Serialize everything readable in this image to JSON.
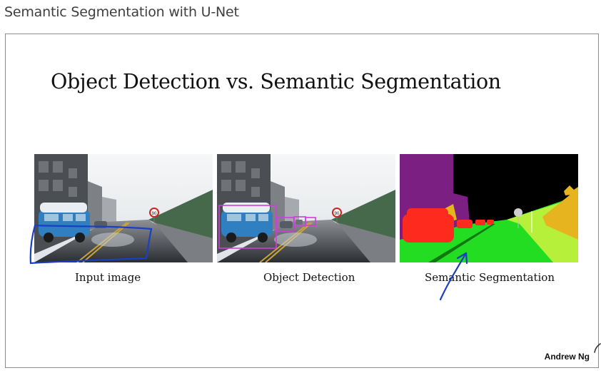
{
  "window": {
    "title": "Semantic Segmentation with U-Net"
  },
  "slide": {
    "heading": "Object Detection vs. Semantic Segmentation",
    "captions": {
      "input": "Input image",
      "detection": "Object Detection",
      "segmentation": "Semantic Segmentation"
    },
    "credit": "Andrew Ng",
    "sign_text": "90"
  },
  "colors": {
    "annotation_ink": "#1b3fc4",
    "detection_box": "#d23cd8",
    "seg_building": "#7b1f82",
    "seg_sky": "#000000",
    "seg_car": "#ff2a1e",
    "seg_road": "#22dd22",
    "seg_sidewalk": "#b6f03a",
    "seg_vegetation": "#e6b41e"
  },
  "icons": {
    "annotation": "handwritten-ink",
    "speed_sign": "speed-limit-sign"
  }
}
